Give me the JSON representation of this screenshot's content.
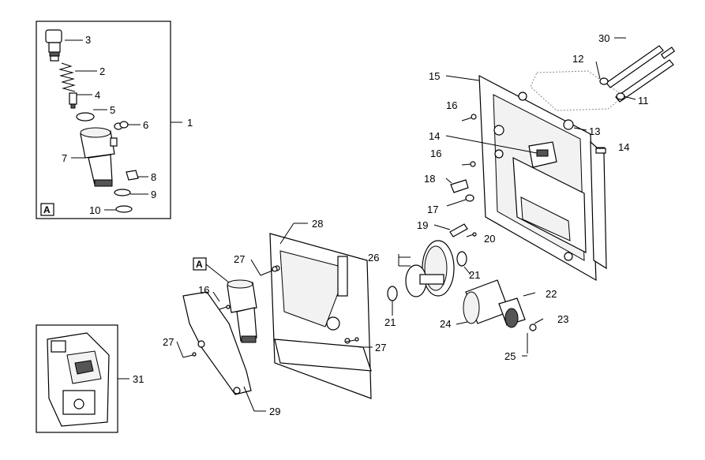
{
  "inset_tag": "A",
  "callouts": {
    "c1": "1",
    "c2": "2",
    "c3": "3",
    "c4": "4",
    "c5": "5",
    "c6": "6",
    "c7": "7",
    "c8": "8",
    "c9": "9",
    "c10": "10",
    "c11": "11",
    "c12": "12",
    "c13": "13",
    "c14a": "14",
    "c14b": "14",
    "c15": "15",
    "c16a": "16",
    "c16b": "16",
    "c16c": "16",
    "c17": "17",
    "c18": "18",
    "c19": "19",
    "c20": "20",
    "c21a": "21",
    "c21b": "21",
    "c22": "22",
    "c23": "23",
    "c24": "24",
    "c25": "25",
    "c26": "26",
    "c27a": "27",
    "c27b": "27",
    "c27c": "27",
    "c28": "28",
    "c29": "29",
    "c30": "30",
    "c31": "31"
  }
}
